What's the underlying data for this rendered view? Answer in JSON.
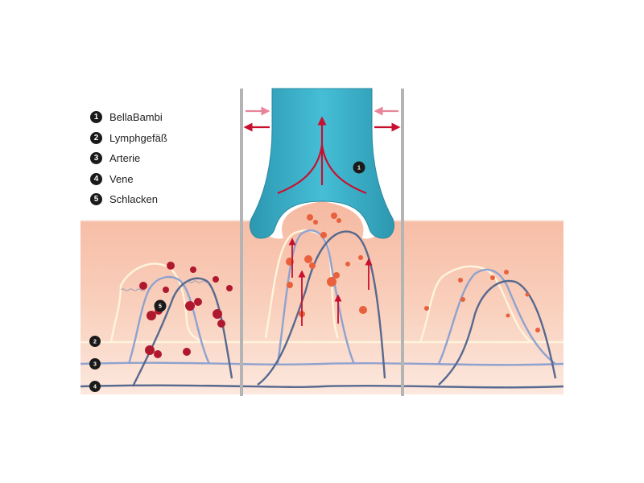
{
  "legend": [
    {
      "num": "1",
      "label": "BellaBambi"
    },
    {
      "num": "2",
      "label": "Lymphgefäß"
    },
    {
      "num": "3",
      "label": "Arterie"
    },
    {
      "num": "4",
      "label": "Vene"
    },
    {
      "num": "5",
      "label": "Schlacken"
    }
  ],
  "markers": {
    "device": "1",
    "slag": "5",
    "lymph": "2",
    "artery": "3",
    "vein": "4"
  },
  "colors": {
    "skin_top": "#f6b9a1",
    "skin_bottom": "#fbe3d8",
    "device": "#3ab0c8",
    "lymph": "#fff4dc",
    "artery": "#8fa2cf",
    "vein": "#57698f",
    "arrow": "#c8102e",
    "slag_dark": "#b0182f",
    "slag_light": "#e8603c",
    "wall": "#b4b4b4"
  }
}
